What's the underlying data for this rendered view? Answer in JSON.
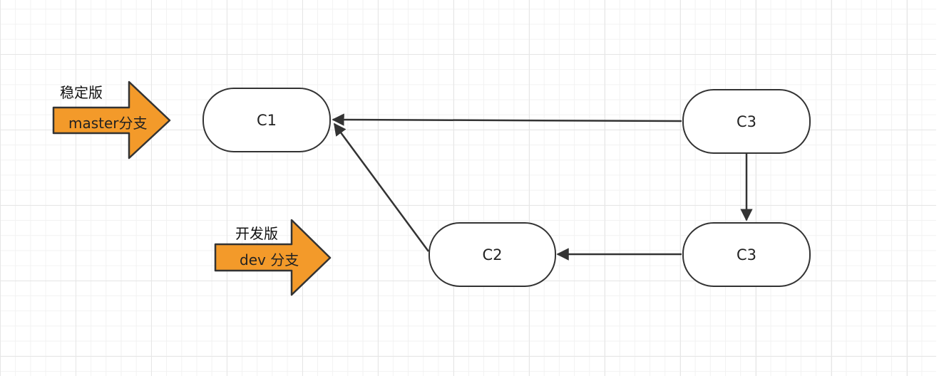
{
  "labels": {
    "stable_caption": "稳定版",
    "dev_caption": "开发版",
    "master_arrow": "master分支",
    "dev_arrow": "dev 分支"
  },
  "nodes": {
    "c1": "C1",
    "c2": "C2",
    "c3_top": "C3",
    "c3_bottom": "C3"
  },
  "colors": {
    "arrow_fill": "#f39a2a",
    "arrow_stroke": "#333333",
    "edge": "#333333"
  },
  "edges": [
    {
      "from": "c3_top",
      "to": "c1"
    },
    {
      "from": "c3_top",
      "to": "c3_bottom"
    },
    {
      "from": "c3_bottom",
      "to": "c2"
    },
    {
      "from": "c2",
      "to": "c1"
    }
  ]
}
